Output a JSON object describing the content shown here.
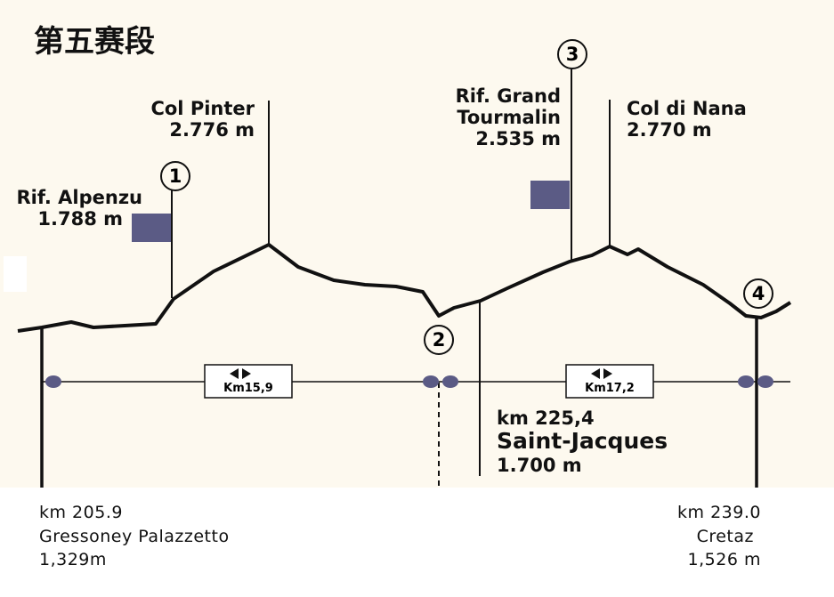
{
  "title": "第五赛段",
  "colors": {
    "background": "#fdf9ef",
    "flag": "#5b5b85",
    "line": "#111111"
  },
  "peaks": [
    {
      "name": "Col Pinter",
      "elevation": "2.776 m"
    },
    {
      "name": "Rif. Grand\nTourmalin",
      "name_line1": "Rif. Grand",
      "name_line2": "Tourmalin",
      "elevation": "2.535 m"
    },
    {
      "name": "Col di Nana",
      "elevation": "2.770 m"
    },
    {
      "name": "Rif. Alpenzu",
      "elevation": "1.788 m"
    }
  ],
  "markers": [
    "1",
    "2",
    "3",
    "4"
  ],
  "segments": [
    {
      "label": "Km15,9"
    },
    {
      "label": "Km17,2"
    }
  ],
  "waypoint": {
    "km": "km 225,4",
    "name": "Saint-Jacques",
    "elevation": "1.700 m"
  },
  "start": {
    "km": "km 205.9",
    "name": "Gressoney Palazzetto",
    "elevation": "1,329m"
  },
  "end": {
    "km": "km 239.0",
    "name": "Cretaz",
    "elevation": "1,526 m"
  }
}
